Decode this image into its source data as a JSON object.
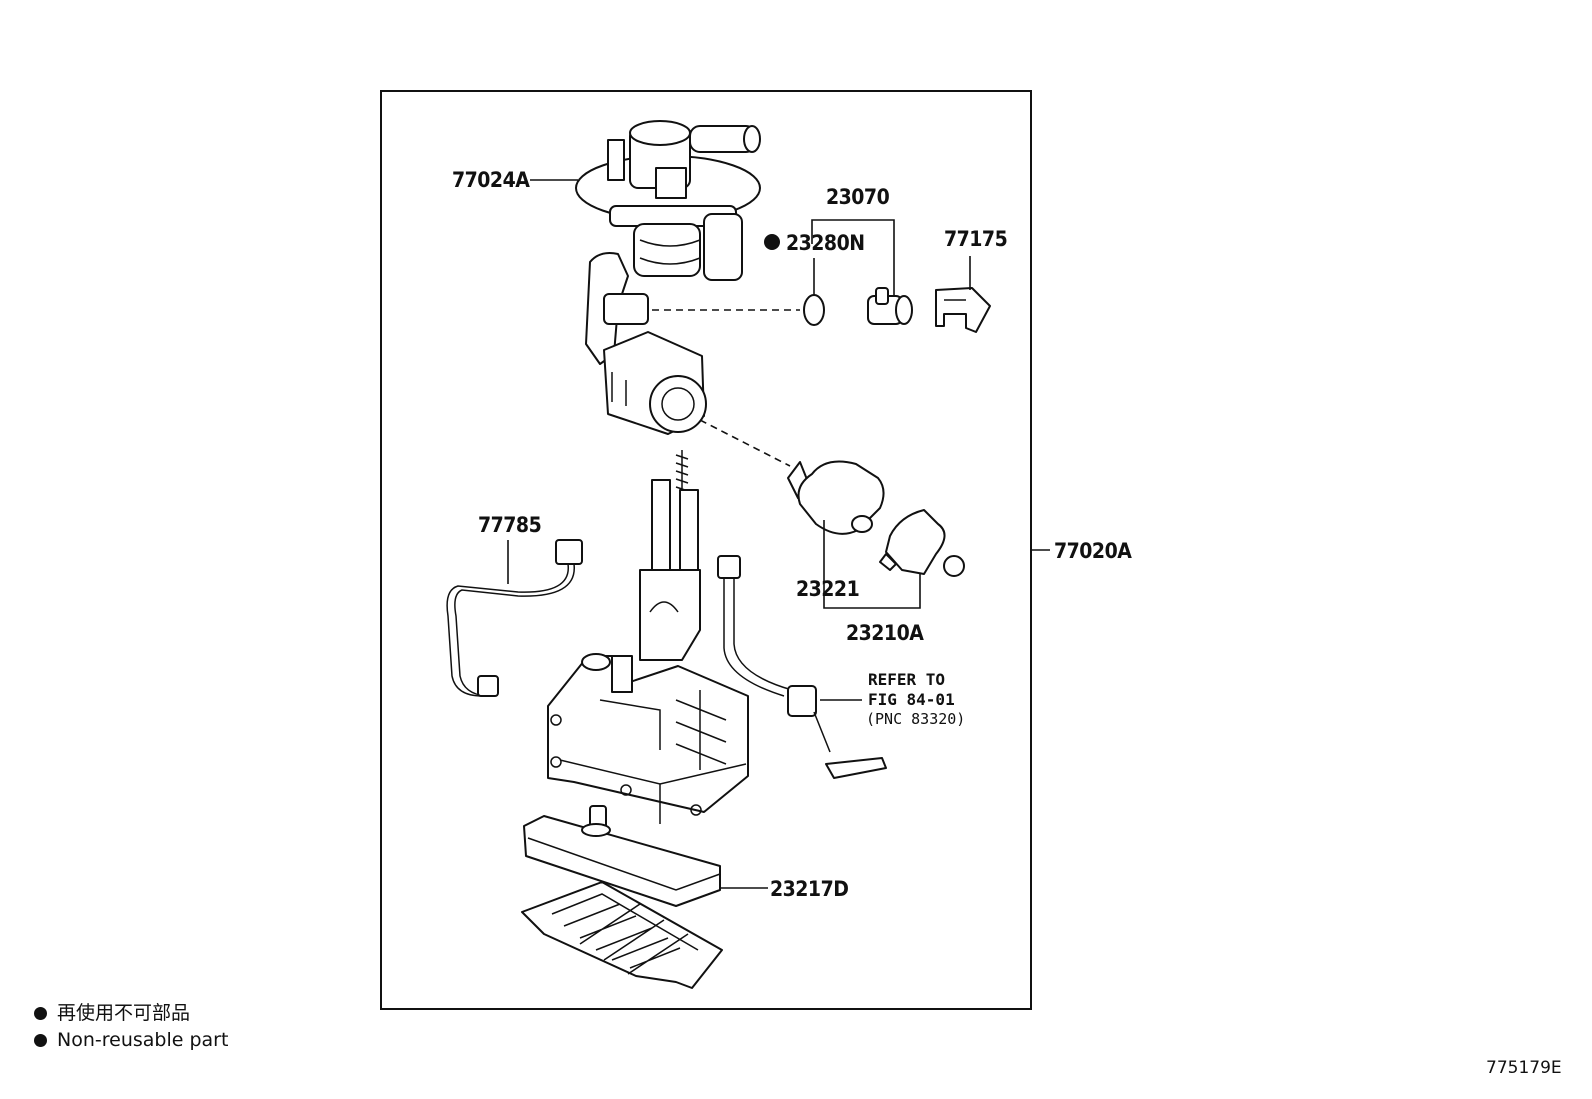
{
  "labels": {
    "p77024A": "77024A",
    "p23070": "23070",
    "p23280N": "23280N",
    "p77175": "77175",
    "p77785": "77785",
    "p77020A": "77020A",
    "p23221": "23221",
    "p23210A": "23210A",
    "p23217D": "23217D",
    "refer_line1": "REFER TO",
    "refer_line2": "FIG 84-01",
    "refer_line3": "(PNC 83320)"
  },
  "legend": {
    "jp": "再使用不可部品",
    "en": "Non-reusable part"
  },
  "figure_code": "775179E",
  "icons": {
    "non_reusable_marker": "filled-circle-icon"
  }
}
